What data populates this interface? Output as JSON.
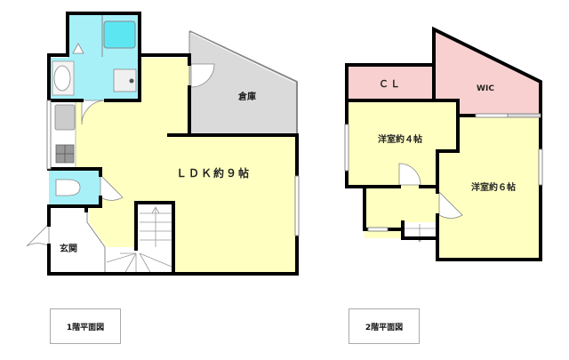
{
  "colors": {
    "wall": "#000000",
    "ldk_floor": "#FFFFC2",
    "wet_area": "#A8F0F8",
    "storage": "#DADADA",
    "closet": "#F8D0D0",
    "white": "#FFFFFF"
  },
  "floor1": {
    "caption": "1階平面図",
    "rooms": {
      "ldk": "ＬＤＫ約９帖",
      "storage": "倉庫",
      "entrance": "玄関"
    }
  },
  "floor2": {
    "caption": "2階平面図",
    "rooms": {
      "closet": "ＣＬ",
      "walk_in_closet": "WIC",
      "western_room_4": "洋室約４帖",
      "western_room_6": "洋室約６帖"
    }
  }
}
